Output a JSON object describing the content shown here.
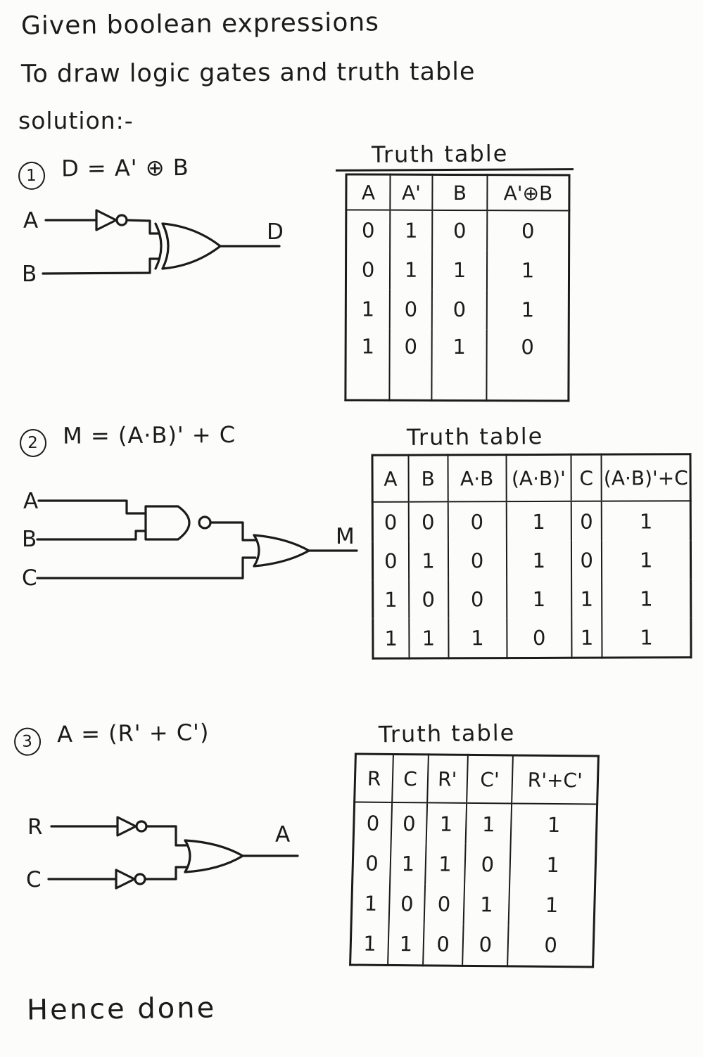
{
  "page": {
    "heading_line1": "Given boolean expressions",
    "heading_line2": "To draw logic gates and truth table",
    "heading_line3": "solution:-",
    "footer": "Hence done",
    "ink_color": "#1b1b1b",
    "paper_color": "#fcfcfa"
  },
  "problems": [
    {
      "number": "1",
      "expression": "D = A' ⊕ B",
      "circuit": {
        "inputs": [
          "A",
          "B"
        ],
        "output": "D",
        "gates": [
          "not-gate",
          "xor-gate"
        ]
      },
      "table": {
        "title": "Truth table",
        "headers": [
          "A",
          "A'",
          "B",
          "A'⊕B"
        ],
        "rows": [
          [
            "0",
            "1",
            "0",
            "0"
          ],
          [
            "0",
            "1",
            "1",
            "1"
          ],
          [
            "1",
            "0",
            "0",
            "1"
          ],
          [
            "1",
            "0",
            "1",
            "0"
          ]
        ]
      }
    },
    {
      "number": "2",
      "expression": "M = (A·B)' + C",
      "circuit": {
        "inputs": [
          "A",
          "B",
          "C"
        ],
        "output": "M",
        "gates": [
          "nand-gate",
          "or-gate"
        ]
      },
      "table": {
        "title": "Truth table",
        "headers": [
          "A",
          "B",
          "A·B",
          "(A·B)'",
          "C",
          "(A·B)'+C"
        ],
        "rows": [
          [
            "0",
            "0",
            "0",
            "1",
            "0",
            "1"
          ],
          [
            "0",
            "1",
            "0",
            "1",
            "0",
            "1"
          ],
          [
            "1",
            "0",
            "0",
            "1",
            "1",
            "1"
          ],
          [
            "1",
            "1",
            "1",
            "0",
            "1",
            "1"
          ]
        ]
      }
    },
    {
      "number": "3",
      "expression": "A = (R' + C')",
      "circuit": {
        "inputs": [
          "R",
          "C"
        ],
        "output": "A",
        "gates": [
          "not-gate",
          "not-gate",
          "or-gate"
        ]
      },
      "table": {
        "title": "Truth table",
        "headers": [
          "R",
          "C",
          "R'",
          "C'",
          "R'+C'"
        ],
        "rows": [
          [
            "0",
            "0",
            "1",
            "1",
            "1"
          ],
          [
            "0",
            "1",
            "1",
            "0",
            "1"
          ],
          [
            "1",
            "0",
            "0",
            "1",
            "1"
          ],
          [
            "1",
            "1",
            "0",
            "0",
            "0"
          ]
        ]
      }
    }
  ]
}
